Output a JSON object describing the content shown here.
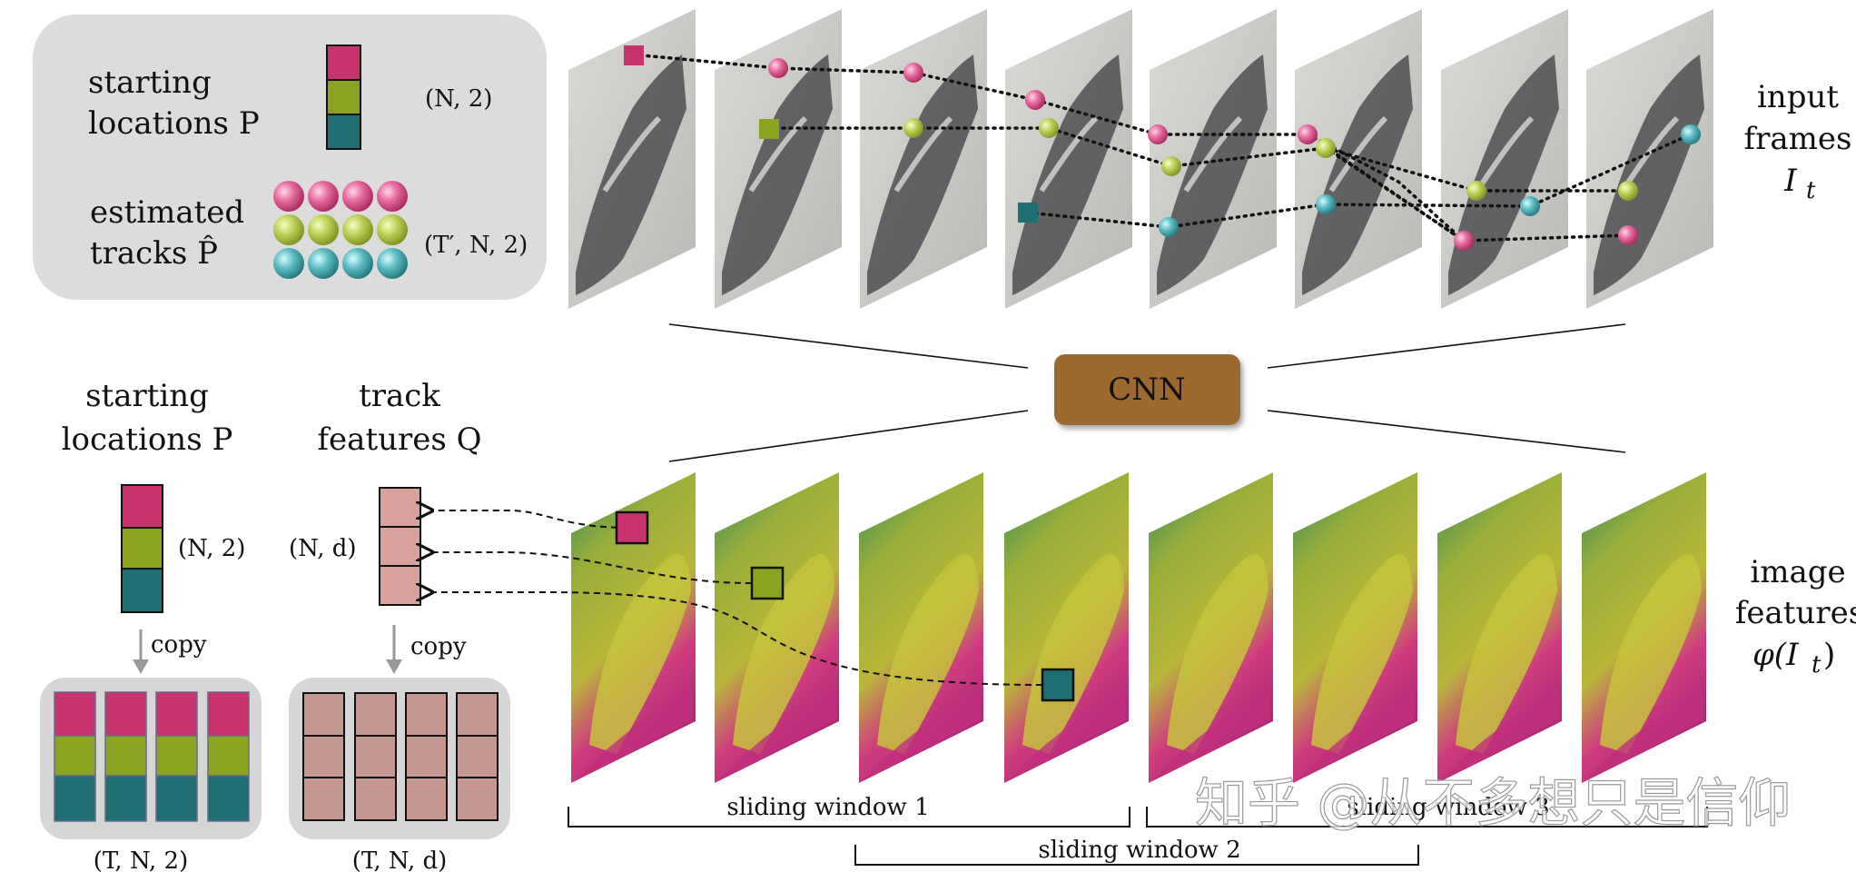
{
  "legend": {
    "starting_line1": "starting",
    "starting_line2": "locations P",
    "starting_dims": "(N, 2)",
    "tracks_line1": "estimated",
    "tracks_line2": "tracks P̂",
    "tracks_dims": "(T′, N, 2)"
  },
  "right_labels": {
    "input_line1": "input",
    "input_line2": "frames",
    "input_line3": "I",
    "input_sub": "t",
    "feat_line1": "image",
    "feat_line2": "features",
    "feat_line3": "φ(I",
    "feat_sub": "t",
    "feat_close": ")"
  },
  "cnn_label": "CNN",
  "left": {
    "start_line1": "starting",
    "start_line2": "locations P",
    "start_dims": "(N, 2)",
    "copy1": "copy",
    "start_copy_dims": "(T, N, 2)",
    "track_line1": "track",
    "track_line2": "features Q",
    "track_dims": "(N, d)",
    "copy2": "copy",
    "track_copy_dims": "(T, N, d)"
  },
  "windows": {
    "w1": "sliding window 1",
    "w2": "sliding window 2",
    "w3": "sliding window 3"
  },
  "watermark": "知乎 @从不多想只是信仰",
  "colors": {
    "magenta": "#c8336d",
    "olive": "#8aa321",
    "teal": "#1e6e72",
    "cnn_box": "#9c6a2f",
    "feature_box": "#d9a19b",
    "legend_panel": "#dcdcdc"
  }
}
